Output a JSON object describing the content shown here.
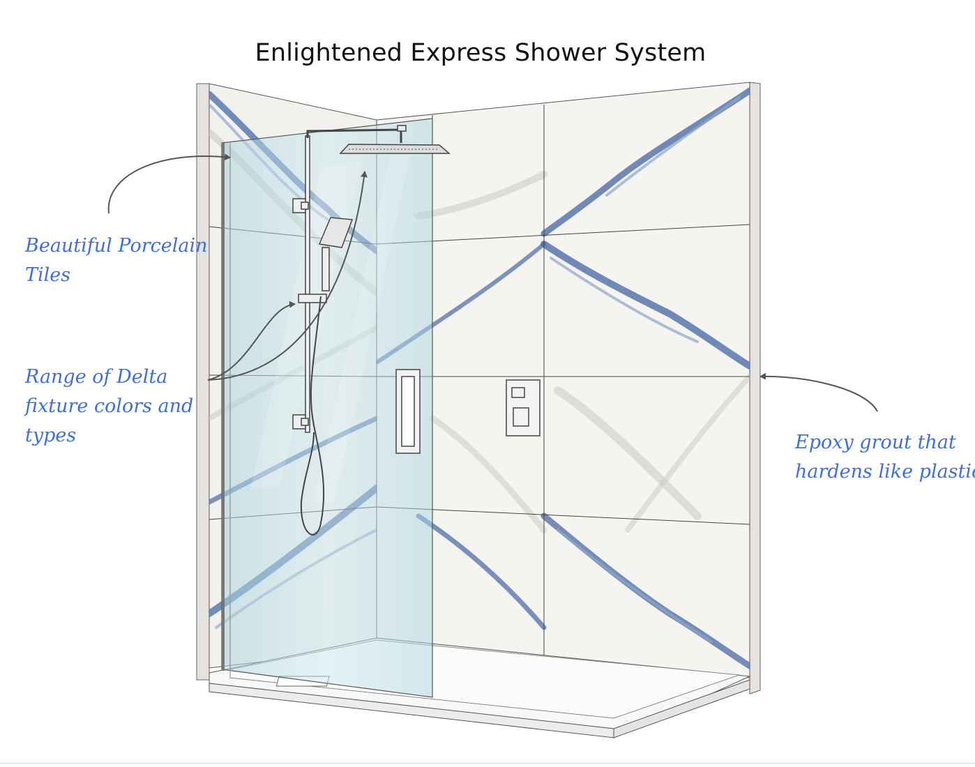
{
  "title": "Enlightened Express Shower System",
  "callouts": {
    "tiles": {
      "line1": "Beautiful Porcelain",
      "line2": "Tiles"
    },
    "fixtures": {
      "line1": "Range of Delta",
      "line2": "fixture colors and",
      "line3": "types"
    },
    "grout": {
      "line1": "Epoxy grout that",
      "line2": "hardens like plastic"
    }
  },
  "colors": {
    "callout_text": "#3f6ed8",
    "arrow": "#555555",
    "marble_vein": "#4a6aa6",
    "glass": "#bcdde6",
    "frame": "#e5e2e0"
  }
}
